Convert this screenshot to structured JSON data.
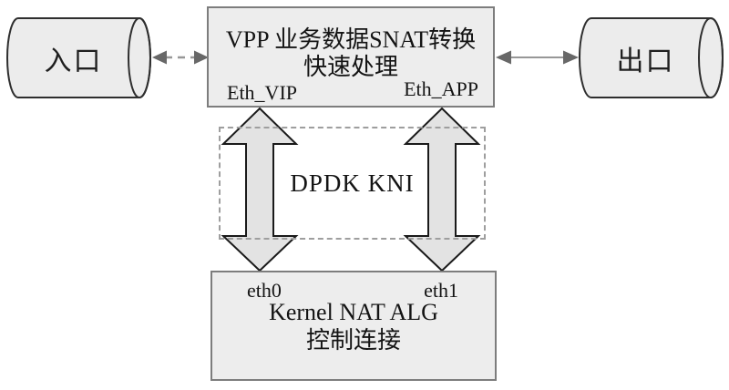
{
  "diagram": {
    "entrance": {
      "label": "入口"
    },
    "exit": {
      "label": "出口"
    },
    "vpp_box": {
      "title_line1": "VPP 业务数据SNAT转换",
      "title_line2": "快速处理",
      "left_port": "Eth_VIP",
      "right_port": "Eth_APP"
    },
    "kni_box": {
      "label": "DPDK KNI"
    },
    "kernel_box": {
      "title_line1": "Kernel NAT ALG",
      "title_line2": "控制连接",
      "left_port": "eth0",
      "right_port": "eth1"
    },
    "colors": {
      "box_fill": "#ededed",
      "box_border": "#7d7d7d",
      "cylinder_fill": "#ececec",
      "cylinder_border": "#2e2e2e",
      "big_arrow_fill": "#e3e3e3",
      "big_arrow_outline": "#1a1a1a",
      "link_line": "#979797",
      "link_head": "#686868",
      "dashed_border": "#9e9e9e"
    }
  }
}
